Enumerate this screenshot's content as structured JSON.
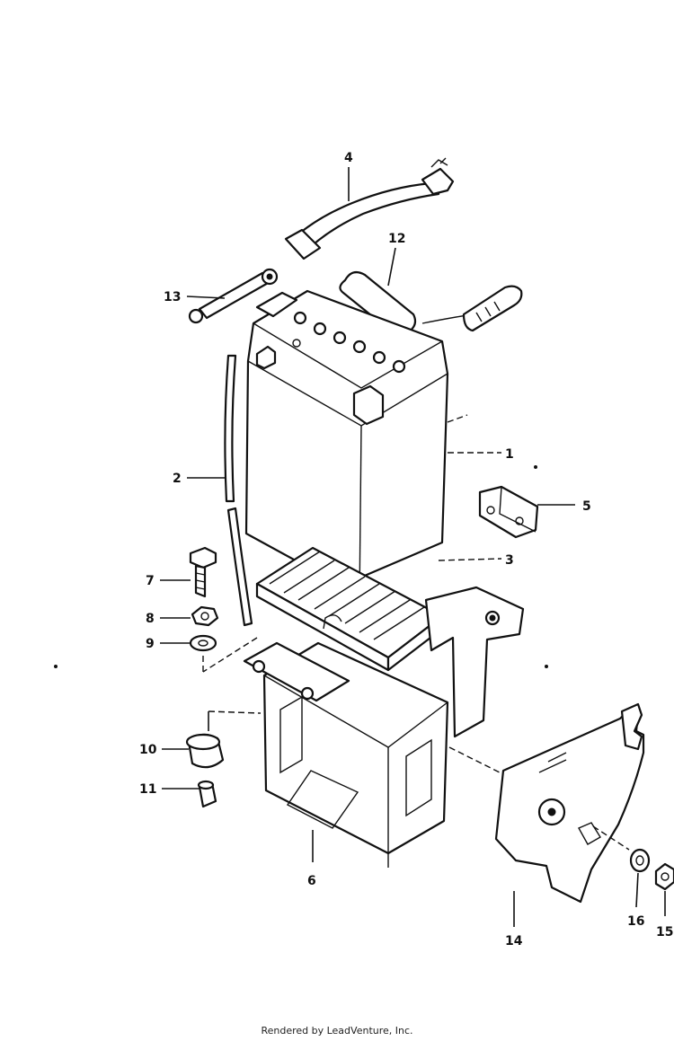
{
  "callouts": [
    {
      "id": "1",
      "text": "1"
    },
    {
      "id": "2",
      "text": "2"
    },
    {
      "id": "3",
      "text": "3"
    },
    {
      "id": "4",
      "text": "4"
    },
    {
      "id": "5",
      "text": "5"
    },
    {
      "id": "6",
      "text": "6"
    },
    {
      "id": "7",
      "text": "7"
    },
    {
      "id": "8",
      "text": "8"
    },
    {
      "id": "9",
      "text": "9"
    },
    {
      "id": "10",
      "text": "10"
    },
    {
      "id": "11",
      "text": "11"
    },
    {
      "id": "12",
      "text": "12"
    },
    {
      "id": "13",
      "text": "13"
    },
    {
      "id": "14",
      "text": "14"
    },
    {
      "id": "15",
      "text": "15"
    },
    {
      "id": "16",
      "text": "16"
    }
  ],
  "footer": {
    "text": "Rendered by LeadVenture, Inc."
  },
  "colors": {
    "line": "#111111",
    "background": "#ffffff",
    "watermark": "#e6e6e6"
  }
}
